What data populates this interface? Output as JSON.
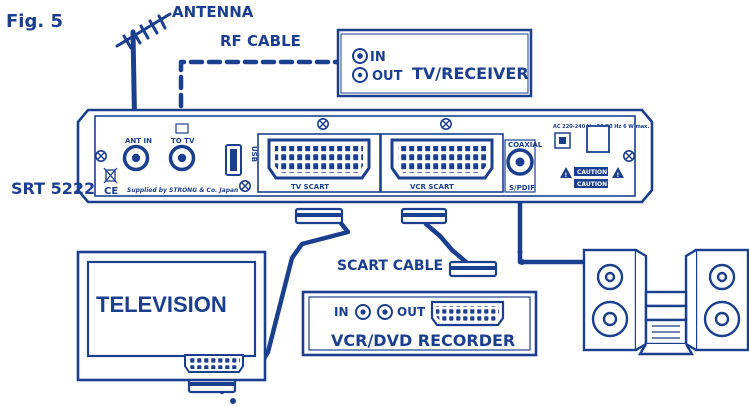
{
  "figure": {
    "label": "Fig. 5"
  },
  "antenna": {
    "label": "ANTENNA"
  },
  "rf_cable": {
    "label": "RF CABLE"
  },
  "tv_receiver": {
    "title": "TV/RECEIVER",
    "in_label": "IN",
    "out_label": "OUT"
  },
  "receiver": {
    "model": "SRT 5222",
    "ant_in_label": "ANT IN",
    "to_tv_label": "TO TV",
    "usb_label": "USB",
    "tv_scart_label": "TV SCART",
    "vcr_scart_label": "VCR SCART",
    "coaxial_label": "COAXIAL",
    "spdif_label": "S/PDIF",
    "power_spec": "AC 220-240 V~ 50/60 Hz 6 W max.",
    "caution_1": "CAUTION",
    "caution_2": "CAUTION",
    "ce_mark": "CE",
    "supplied_by": "Supplied by STRONG & Co. Japan"
  },
  "scart_cable": {
    "label": "SCART CABLE"
  },
  "television": {
    "title": "TELEVISION"
  },
  "vcr": {
    "title": "VCR/DVD RECORDER",
    "in_label": "IN",
    "out_label": "OUT"
  },
  "colors": {
    "ink": "#1b3f8f",
    "background": "#ffffff"
  },
  "icons": [
    "antenna-icon",
    "hifi-system-icon",
    "scart-plug-icon",
    "rca-jack-icon",
    "usb-port-icon",
    "screw-icon",
    "warning-triangle-icon",
    "ce-mark-icon"
  ]
}
